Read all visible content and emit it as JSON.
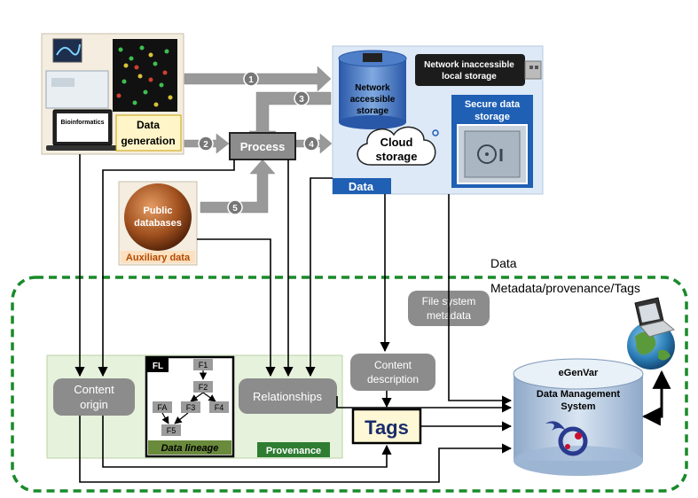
{
  "top_label_data": "Data",
  "dashed_label": "Metadata/provenance/Tags",
  "data_gen": {
    "screen_text": "Bioinformatics",
    "label_line1": "Data",
    "label_line2": "generation"
  },
  "process_label": "Process",
  "steps": [
    "1",
    "2",
    "3",
    "4",
    "5"
  ],
  "storage_panel": {
    "title": "Data",
    "network_accessible": [
      "Network",
      "accessible",
      "storage"
    ],
    "network_inaccessible": [
      "Network inaccessible",
      "local storage"
    ],
    "cloud": [
      "Cloud",
      "storage"
    ],
    "secure": [
      "Secure data",
      "storage"
    ]
  },
  "auxiliary": {
    "globe_text": [
      "Public",
      "databases"
    ],
    "label": "Auxiliary data"
  },
  "file_system_metadata": [
    "File system",
    "metadata"
  ],
  "content_description": [
    "Content",
    "description"
  ],
  "tags_label": "Tags",
  "content_origin": [
    "Content",
    "origin"
  ],
  "relationships_label": "Relationships",
  "provenance_label": "Provenance",
  "lineage": {
    "fl_badge": "FL",
    "caption": "Data lineage",
    "nodes": [
      "F1",
      "F2",
      "F3",
      "F4",
      "FA",
      "F5"
    ]
  },
  "egenvar": [
    "eGenVar",
    "Data Management",
    "System"
  ],
  "colors": {
    "arrow_gray": "#999999",
    "dashed_green": "#1a8a2a",
    "panel_blue": "#dde9f6",
    "data_blue": "#1f5fb4",
    "green_area": "#e6f2dc",
    "provenance_green": "#2e7d32",
    "tag_yellow": "#fff8d6"
  }
}
